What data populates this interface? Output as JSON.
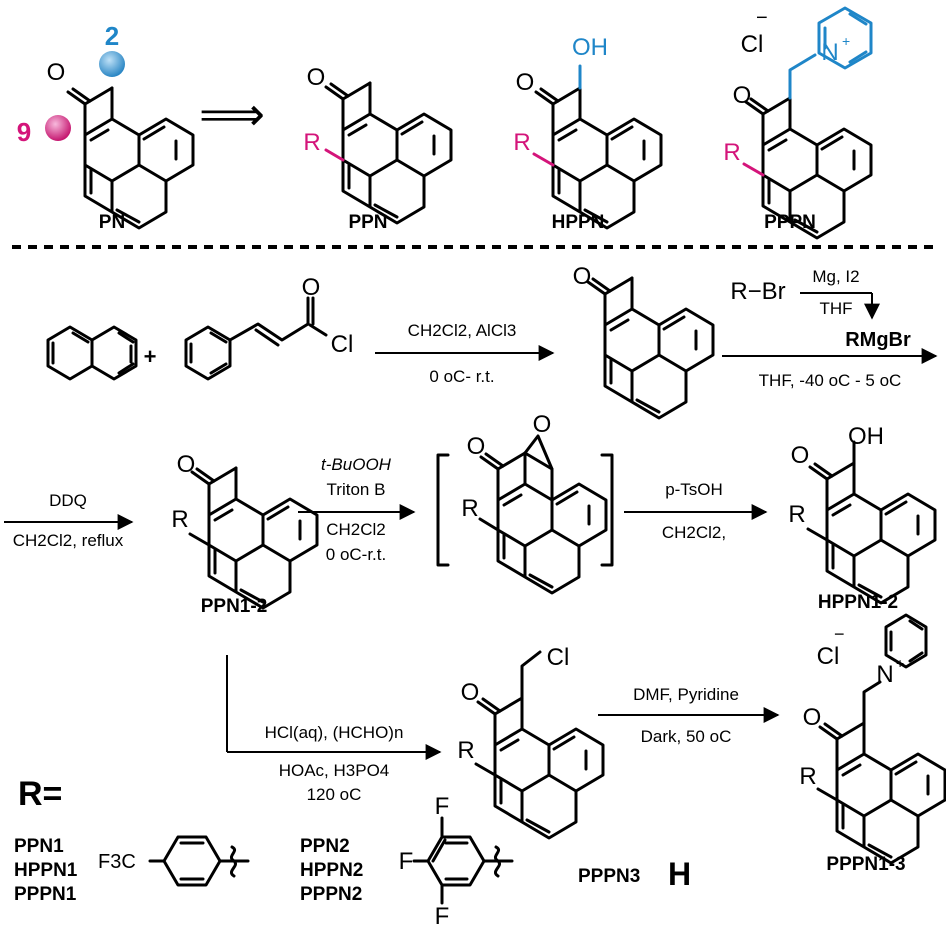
{
  "top_structures": {
    "pn": {
      "label": "PN",
      "o": "O",
      "pos2": "2",
      "pos9": "9"
    },
    "ppn": {
      "label": "PPN",
      "o": "O",
      "r": "R"
    },
    "hppn": {
      "label": "HPPN",
      "o": "O",
      "oh": "OH",
      "r": "R"
    },
    "pppn": {
      "label": "PPPN",
      "o": "O",
      "r": "R",
      "cl": "Cl",
      "cl_charge": "−",
      "n": "N",
      "n_charge": "+"
    },
    "retro_arrow": "⟹"
  },
  "row1": {
    "plus": "+",
    "acyl_o": "O",
    "acyl_cl": "Cl",
    "step1": {
      "line1": "CH2Cl2, AlCl3",
      "line2": "0 oC- r.t."
    },
    "product_o": "O",
    "grignard": {
      "reagent": "R−Br",
      "cond1": "Mg, I2",
      "cond2": "THF",
      "product": "RMgBr"
    },
    "step2": {
      "line1": "THF, -40 oC - 5 oC"
    }
  },
  "row2": {
    "step3": {
      "line1": "DDQ",
      "line2": "CH2Cl2, reflux"
    },
    "ppn12": {
      "label": "PPN1-2",
      "o": "O",
      "r": "R"
    },
    "step4": {
      "line1": "t-BuOOH",
      "line2": "Triton B",
      "line3": "CH2Cl2",
      "line4": "0 oC-r.t."
    },
    "epoxide": {
      "o": "O",
      "epo": "O",
      "r": "R"
    },
    "step5": {
      "line1": "p-TsOH",
      "line2": "CH2Cl2,"
    },
    "hppn12": {
      "label": "HPPN1-2",
      "o": "O",
      "oh": "OH",
      "r": "R"
    }
  },
  "row3": {
    "step6": {
      "line1": "HCl(aq), (HCHO)n",
      "line2": "HOAc, H3PO4",
      "line3": "120 oC"
    },
    "chloro": {
      "o": "O",
      "r": "R",
      "cl": "Cl"
    },
    "step7": {
      "line1": "DMF, Pyridine",
      "line2": "Dark, 50 oC"
    },
    "pppn13": {
      "label": "PPPN1-3",
      "o": "O",
      "r": "R",
      "cl": "Cl",
      "cl_charge": "−",
      "n": "N",
      "n_charge": "+"
    }
  },
  "r_groups": {
    "title": "R=",
    "group1": {
      "names": [
        "PPN1",
        "HPPN1",
        "PPPN1"
      ],
      "substituent": "F3C"
    },
    "group2": {
      "names": [
        "PPN2",
        "HPPN2",
        "PPPN2"
      ],
      "f1": "F",
      "f2": "F",
      "f3": "F"
    },
    "group3": {
      "names": [
        "PPPN3"
      ],
      "substituent": "H"
    }
  },
  "colors": {
    "position_9": "#d4147a",
    "position_2": "#1f86c8",
    "bond": "#000000"
  }
}
